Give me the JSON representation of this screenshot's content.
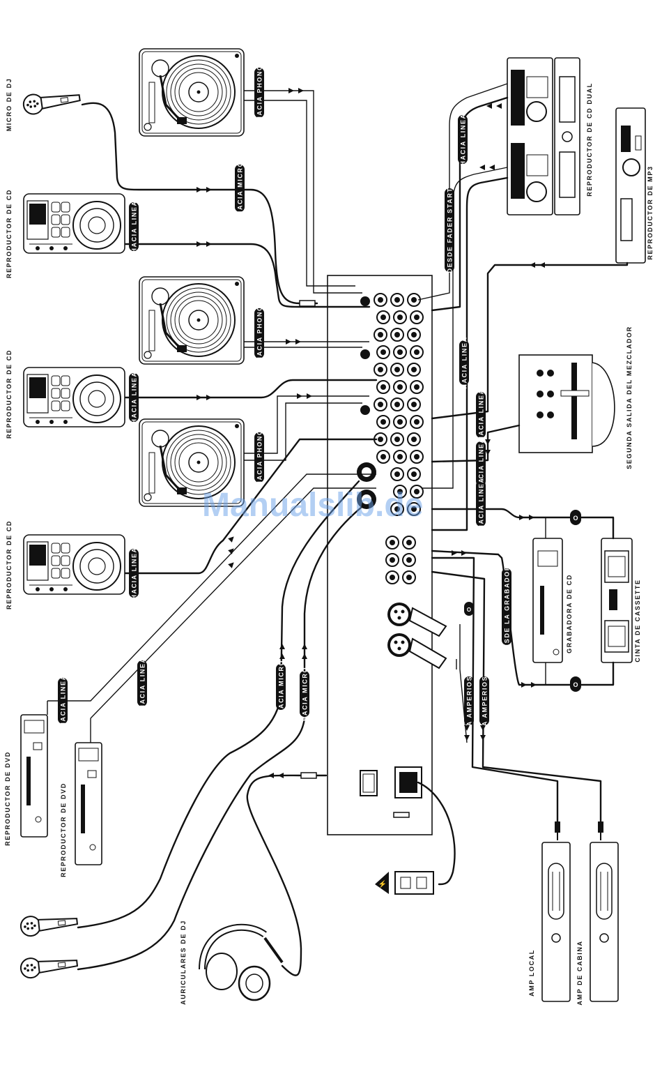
{
  "watermark": "Manualslib.de",
  "devices": {
    "dj_mic": "MICRO DE DJ",
    "cd_player_1": "REPRODUCTOR DE CD",
    "cd_player_2": "REPRODUCTOR DE CD",
    "cd_player_3": "REPRODUCTOR DE CD",
    "dvd_player_1": "REPRODUCTOR DE DVD",
    "dvd_player_2": "REPRODUCTOR DE DVD",
    "dual_cd": "REPRODUCTOR DE CD DUAL",
    "mp3_player": "REPRODUCTOR DE MP3",
    "second_mixer": "SEGUNDA SALIDA DEL MEZCLADOR",
    "cd_recorder": "GRABADORA DE CD",
    "cassette": "CINTA DE CASSETTE",
    "headphones": "AURICULARES DE DJ",
    "local_amp": "AMP LOCAL",
    "booth_amp": "AMP DE CABINA"
  },
  "cables": {
    "to_phono_1": "HACIA PHONO",
    "to_phono_2": "HACIA PHONO",
    "to_phono_3": "HACIA PHONO",
    "to_mic_top": "HACIA MICRO",
    "to_line_cd1": "HACIA LINEA",
    "to_line_cd2": "HACIA LINEA",
    "to_line_cd3": "HACIA LINEA",
    "to_line_dvd1": "HACIA LINEA",
    "to_line_dvd2": "HACIA LINEA",
    "to_line_dualcd": "HACIA LINEA",
    "from_fader_start": "DESDE FADER START",
    "to_line_mp3": "HACIA LINEA",
    "to_line_mixer": "HACIA LINEA",
    "to_line_a": "HACIA LINEA",
    "to_line_rec": "HACIA LINEA",
    "from_recorder": "DESDE LA GRABADORA",
    "to_amps_1": "A AMPERIOS",
    "to_amps_2": "A AMPERIOS",
    "to_mic_1": "HACIA MICRO",
    "to_mic_2": "HACIA MICRO"
  },
  "markers": {
    "o_top": "O",
    "o_bottom": "O",
    "o_amp": "O"
  }
}
